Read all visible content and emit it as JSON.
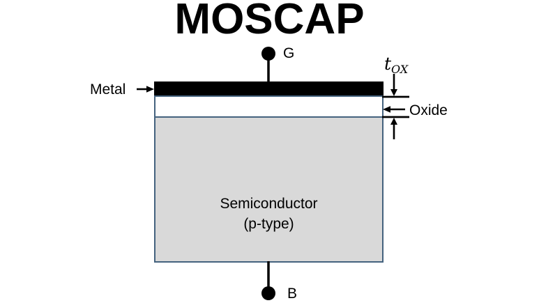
{
  "title": "MOSCAP",
  "diagram": {
    "gate_terminal": "G",
    "body_terminal": "B",
    "metal_label": "Metal",
    "oxide_label": "Oxide",
    "semiconductor_label_line1": "Semiconductor",
    "semiconductor_label_line2": "(p-type)",
    "oxide_thickness_symbol_base": "t",
    "oxide_thickness_symbol_sub": "OX"
  },
  "colors": {
    "background": "#FFFFFF",
    "metal_fill": "#000000",
    "oxide_fill": "#FFFFFF",
    "semiconductor_fill": "#D9D9D9",
    "layer_border": "#44627E",
    "line_and_text": "#000000"
  }
}
